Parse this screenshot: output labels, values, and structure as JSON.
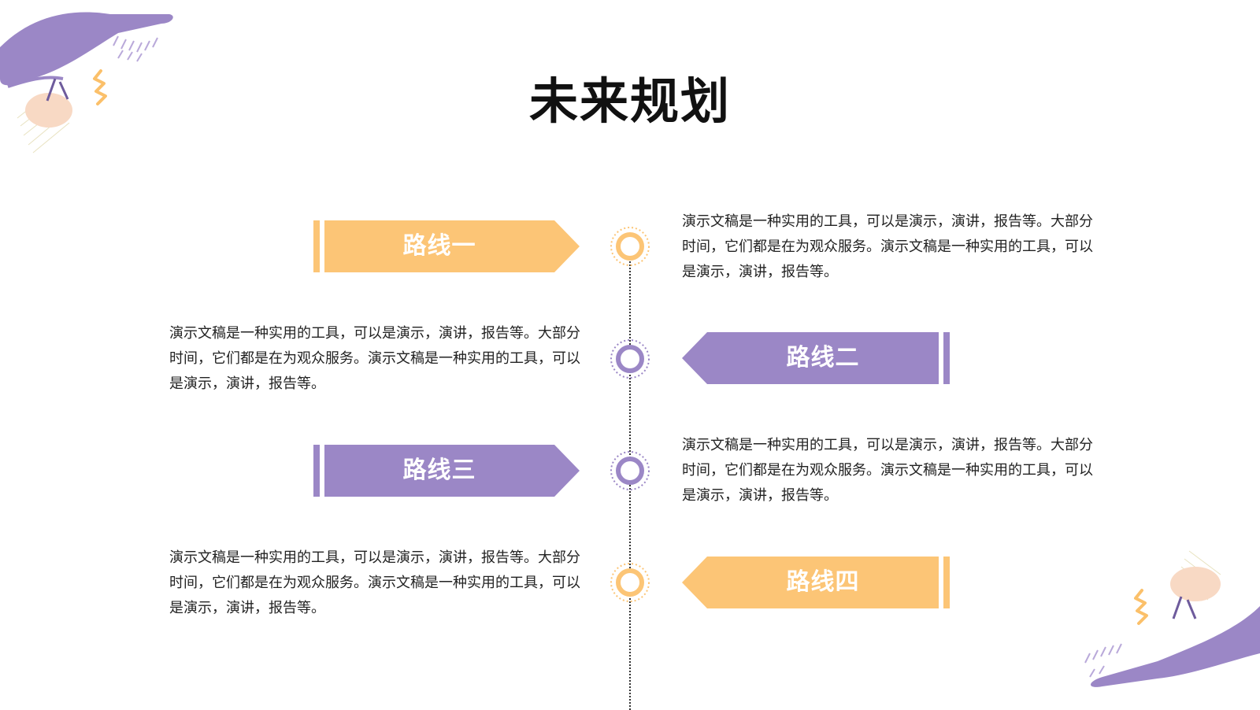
{
  "title": "未来规划",
  "colors": {
    "orange": "#FCC576",
    "purple": "#9B87C6",
    "text": "#222222"
  },
  "routes": [
    {
      "label": "路线一",
      "color": "orange",
      "description": "演示文稿是一种实用的工具，可以是演示，演讲，报告等。大部分时间，它们都是在为观众服务。演示文稿是一种实用的工具，可以是演示，演讲，报告等。"
    },
    {
      "label": "路线二",
      "color": "purple",
      "description": "演示文稿是一种实用的工具，可以是演示，演讲，报告等。大部分时间，它们都是在为观众服务。演示文稿是一种实用的工具，可以是演示，演讲，报告等。"
    },
    {
      "label": "路线三",
      "color": "purple",
      "description": "演示文稿是一种实用的工具，可以是演示，演讲，报告等。大部分时间，它们都是在为观众服务。演示文稿是一种实用的工具，可以是演示，演讲，报告等。"
    },
    {
      "label": "路线四",
      "color": "orange",
      "description": "演示文稿是一种实用的工具，可以是演示，演讲，报告等。大部分时间，它们都是在为观众服务。演示文稿是一种实用的工具，可以是演示，演讲，报告等。"
    }
  ]
}
